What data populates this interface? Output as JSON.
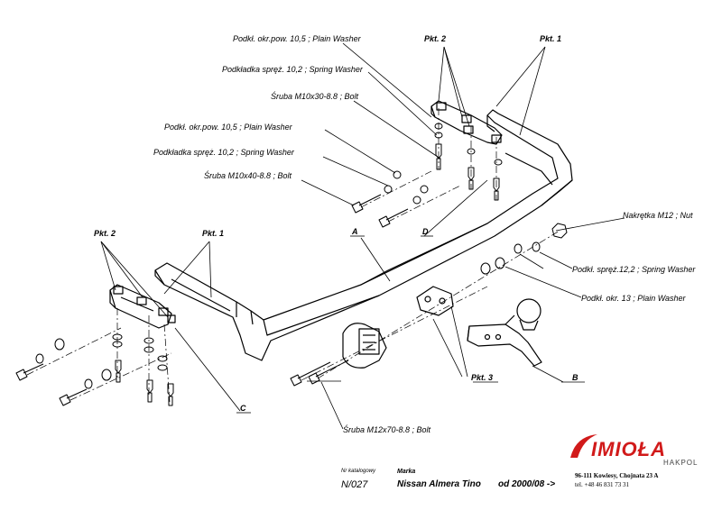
{
  "labels": {
    "plain_washer_10_5_top": "Podkł. okr.pow. 10,5 ; Plain Washer",
    "spring_washer_10_2_top": "Podkładka spręż. 10,2 ; Spring Washer",
    "bolt_m10x30": "Śruba M10x30-8.8   ;  Bolt",
    "plain_washer_10_5_mid": "Podkł. okr.pow. 10,5 ; Plain Washer",
    "spring_washer_10_2_mid": "Podkładka spręż. 10,2 ; Spring Washer",
    "bolt_m10x40": "Śruba M10x40-8.8   ;  Bolt",
    "nut_m12": "Nakrętka  M12 ; Nut",
    "spring_washer_12_2": "Podkł. spręż.12,2 ; Spring Washer",
    "plain_washer_13": "Podkł. okr. 13 ; Plain Washer",
    "bolt_m12x70": "Śruba M12x70-8.8   ;  Bolt",
    "pkt2_top": "Pkt. 2",
    "pkt1_top": "Pkt. 1",
    "pkt2_left": "Pkt. 2",
    "pkt1_left": "Pkt. 1",
    "pkt3": "Pkt. 3",
    "part_a": "A",
    "part_b": "B",
    "part_c": "C",
    "part_d": "D"
  },
  "footer": {
    "catalog_caption": "Nr katalogowy",
    "catalog_number": "N/027",
    "brand_caption": "Marka",
    "model": "Nissan Almera Tino",
    "date": "od 2000/08 ->"
  },
  "company": {
    "logo": "IMIOŁA",
    "sub": "HAKPOL",
    "address": "96-111 Kowiesy, Chojnata 23 A",
    "phone": "tel. +48 46 831 73 31",
    "brand_color": "#d11a1a"
  }
}
